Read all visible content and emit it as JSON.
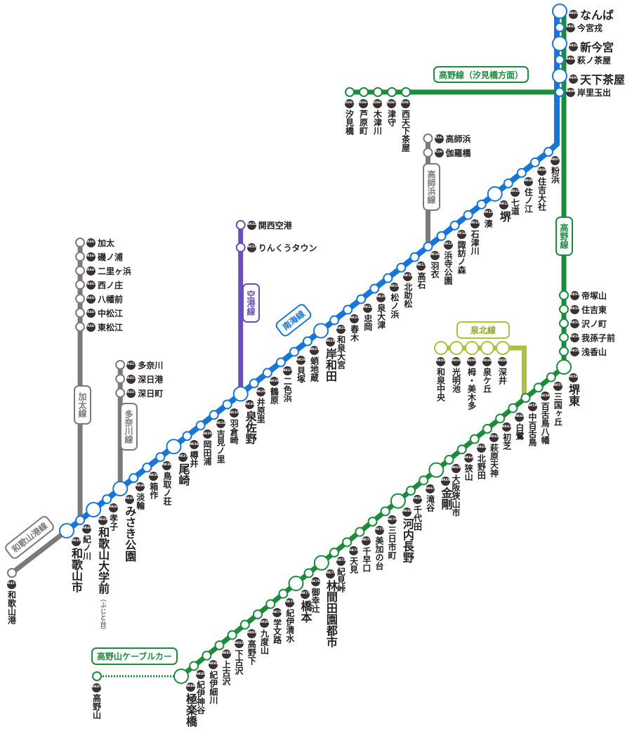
{
  "colors": {
    "nankai": "#1877d6",
    "koya": "#1d8b3c",
    "branch": "#7a7a7a",
    "airport": "#6a4fb8",
    "senboku": "#a9c23f"
  },
  "line_labels": {
    "koya_shiomibashi": "高野線（汐見橋方面）",
    "koya": "高野線",
    "nankai": "南海線",
    "airport": "空港線",
    "takashinohama": "高師浜線",
    "kada": "加太線",
    "tanagawa": "多奈川線",
    "wakayamako": "和歌山港線",
    "senboku": "泉北線",
    "cable": "高野山ケーブルカー"
  },
  "lines": {
    "nankai_top": [
      {
        "code": "NK01",
        "name": "なんば",
        "major": true
      },
      {
        "code": "NK02",
        "name": "今宮戎"
      },
      {
        "code": "NK03",
        "name": "新今宮",
        "major": true
      },
      {
        "code": "NK04",
        "name": "萩ノ茶屋"
      },
      {
        "code": "NK05",
        "name": "天下茶屋",
        "major": true
      },
      {
        "code": "NK06",
        "name": "岸里玉出"
      }
    ],
    "nankai": [
      {
        "code": "NK07",
        "name": "粉浜"
      },
      {
        "code": "NK08",
        "name": "住吉大社"
      },
      {
        "code": "NK09",
        "name": "住ノ江"
      },
      {
        "code": "NK10",
        "name": "七道"
      },
      {
        "code": "NK11",
        "name": "堺",
        "major": true
      },
      {
        "code": "NK12",
        "name": "湊"
      },
      {
        "code": "NK13",
        "name": "石津川"
      },
      {
        "code": "NK14",
        "name": "諏訪ノ森"
      },
      {
        "code": "NK15",
        "name": "浜寺公園"
      },
      {
        "code": "NK16",
        "name": "羽衣"
      },
      {
        "code": "NK17",
        "name": "高石"
      },
      {
        "code": "NK18",
        "name": "北助松"
      },
      {
        "code": "NK19",
        "name": "松ノ浜"
      },
      {
        "code": "NK20",
        "name": "泉大津"
      },
      {
        "code": "NK21",
        "name": "忠岡"
      },
      {
        "code": "NK22",
        "name": "春木"
      },
      {
        "code": "NK23",
        "name": "和泉大宮"
      },
      {
        "code": "NK24",
        "name": "岸和田",
        "major": true
      },
      {
        "code": "NK25",
        "name": "蛸地蔵"
      },
      {
        "code": "NK26",
        "name": "貝塚"
      },
      {
        "code": "NK27",
        "name": "二色浜"
      },
      {
        "code": "NK28",
        "name": "鶴原"
      },
      {
        "code": "NK29",
        "name": "井原里"
      },
      {
        "code": "NK30",
        "name": "泉佐野",
        "major": true
      },
      {
        "code": "NK33",
        "name": "羽倉崎"
      },
      {
        "code": "NK34",
        "name": "吉見ノ里"
      },
      {
        "code": "NK35",
        "name": "岡田浦"
      },
      {
        "code": "NK36",
        "name": "樽井"
      },
      {
        "code": "NK37",
        "name": "尾崎",
        "major": true
      },
      {
        "code": "NK38",
        "name": "鳥取ノ荘"
      },
      {
        "code": "NK39",
        "name": "箱作"
      },
      {
        "code": "NK40",
        "name": "淡輪"
      },
      {
        "code": "NK41",
        "name": "みさき公園",
        "major": true
      },
      {
        "code": "NK42",
        "name": "孝子"
      },
      {
        "code": "NK43",
        "name": "和歌山大学前",
        "sub": "（ふじと台）",
        "major": true
      },
      {
        "code": "NK44",
        "name": "紀ノ川"
      },
      {
        "code": "NK45",
        "name": "和歌山市",
        "major": true
      }
    ],
    "koya_top": [
      {
        "code": "NK51",
        "name": "帝塚山"
      },
      {
        "code": "NK52",
        "name": "住吉東"
      },
      {
        "code": "NK53",
        "name": "沢ノ町"
      },
      {
        "code": "NK54",
        "name": "我孫子前"
      },
      {
        "code": "NK55",
        "name": "浅香山"
      }
    ],
    "koya": [
      {
        "code": "NK56",
        "name": "堺東",
        "major": true
      },
      {
        "code": "NK57",
        "name": "三国ヶ丘"
      },
      {
        "code": "NK58",
        "name": "百舌鳥八幡"
      },
      {
        "code": "NK59",
        "name": "中百舌鳥"
      },
      {
        "code": "NK60",
        "name": "白鷺"
      },
      {
        "code": "NK61",
        "name": "初芝"
      },
      {
        "code": "NK62",
        "name": "萩原天神"
      },
      {
        "code": "NK63",
        "name": "北野田"
      },
      {
        "code": "NK64",
        "name": "狭山"
      },
      {
        "code": "NK65",
        "name": "大阪狭山市"
      },
      {
        "code": "NK66",
        "name": "金剛",
        "major": true
      },
      {
        "code": "NK67",
        "name": "滝谷"
      },
      {
        "code": "NK68",
        "name": "千代田"
      },
      {
        "code": "NK69",
        "name": "河内長野",
        "major": true
      },
      {
        "code": "NK70",
        "name": "三日市町"
      },
      {
        "code": "NK71",
        "name": "美加の台"
      },
      {
        "code": "NK72",
        "name": "千早口"
      },
      {
        "code": "NK73",
        "name": "天見"
      },
      {
        "code": "NK74",
        "name": "紀見峠"
      },
      {
        "code": "NK75",
        "name": "林間田園都市",
        "major": true
      },
      {
        "code": "NK76",
        "name": "御幸辻"
      },
      {
        "code": "NK77",
        "name": "橋本",
        "major": true
      },
      {
        "code": "NK78",
        "name": "紀伊清水"
      },
      {
        "code": "NK79",
        "name": "学文路"
      },
      {
        "code": "NK80",
        "name": "九度山"
      },
      {
        "code": "NK81",
        "name": "高野下"
      },
      {
        "code": "NK82",
        "name": "下古沢"
      },
      {
        "code": "NK83",
        "name": "上古沢"
      },
      {
        "code": "NK84",
        "name": "紀伊細川"
      },
      {
        "code": "NK85",
        "name": "紀伊神谷"
      },
      {
        "code": "NK86",
        "name": "極楽橋",
        "major": true
      }
    ],
    "shiomibashi": [
      {
        "code": "NK06-5",
        "name": "汐見橋"
      },
      {
        "code": "NK06-4",
        "name": "芦原町"
      },
      {
        "code": "NK06-3",
        "name": "木津川"
      },
      {
        "code": "NK06-2",
        "name": "津守"
      },
      {
        "code": "NK06-1",
        "name": "西天下茶屋"
      }
    ],
    "takashinohama": [
      {
        "code": "NK16-2",
        "name": "高師浜"
      },
      {
        "code": "NK16-1",
        "name": "伽羅橋"
      }
    ],
    "airport": [
      {
        "code": "NK32",
        "name": "関西空港"
      },
      {
        "code": "NK31",
        "name": "りんくうタウン"
      }
    ],
    "kada": [
      {
        "code": "NK44-7",
        "name": "加太"
      },
      {
        "code": "NK44-6",
        "name": "磯ノ浦"
      },
      {
        "code": "NK44-5",
        "name": "二里ヶ浜"
      },
      {
        "code": "NK44-4",
        "name": "西ノ庄"
      },
      {
        "code": "NK44-3",
        "name": "八幡前"
      },
      {
        "code": "NK44-2",
        "name": "中松江"
      },
      {
        "code": "NK44-1",
        "name": "東松江"
      }
    ],
    "tanagawa": [
      {
        "code": "NK41-3",
        "name": "多奈川"
      },
      {
        "code": "NK41-2",
        "name": "深日港"
      },
      {
        "code": "NK41-1",
        "name": "深日町"
      }
    ],
    "wakayamako": [
      {
        "code": "NK45-1",
        "name": "和歌山港"
      }
    ],
    "senboku": [
      {
        "code": "NK92",
        "name": "和泉中央"
      },
      {
        "code": "NK91",
        "name": "光明池"
      },
      {
        "code": "NK90",
        "name": "栂・美木多"
      },
      {
        "code": "NK89",
        "name": "泉ケ丘"
      },
      {
        "code": "NK88",
        "name": "深井"
      }
    ],
    "cable": [
      {
        "code": "NK87",
        "name": "高野山"
      }
    ]
  }
}
